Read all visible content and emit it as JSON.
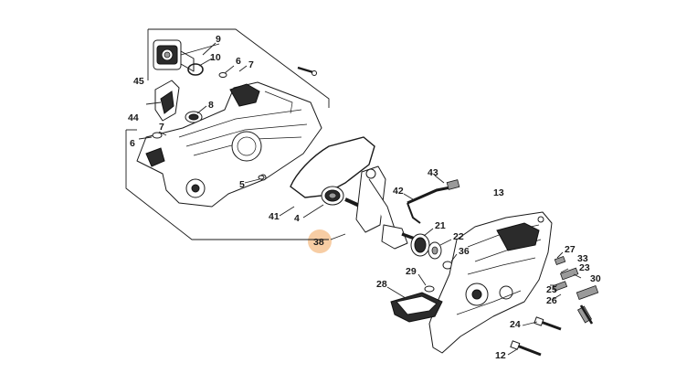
{
  "diagram": {
    "highlight_color": "#f6c89a",
    "ink_color": "#1a1a1a",
    "callouts": [
      {
        "id": "9",
        "label": "9"
      },
      {
        "id": "10",
        "label": "10"
      },
      {
        "id": "6a",
        "label": "6"
      },
      {
        "id": "7a",
        "label": "7"
      },
      {
        "id": "45",
        "label": "45"
      },
      {
        "id": "44",
        "label": "44"
      },
      {
        "id": "8",
        "label": "8"
      },
      {
        "id": "6b",
        "label": "6"
      },
      {
        "id": "7b",
        "label": "7"
      },
      {
        "id": "5",
        "label": "5"
      },
      {
        "id": "41",
        "label": "41"
      },
      {
        "id": "4",
        "label": "4"
      },
      {
        "id": "38",
        "label": "38"
      },
      {
        "id": "43",
        "label": "43"
      },
      {
        "id": "42",
        "label": "42"
      },
      {
        "id": "13",
        "label": "13"
      },
      {
        "id": "21",
        "label": "21"
      },
      {
        "id": "22",
        "label": "22"
      },
      {
        "id": "36",
        "label": "36"
      },
      {
        "id": "29",
        "label": "29"
      },
      {
        "id": "28",
        "label": "28"
      },
      {
        "id": "27",
        "label": "27"
      },
      {
        "id": "33",
        "label": "33"
      },
      {
        "id": "23",
        "label": "23"
      },
      {
        "id": "30",
        "label": "30"
      },
      {
        "id": "25",
        "label": "25"
      },
      {
        "id": "26",
        "label": "26"
      },
      {
        "id": "24",
        "label": "24"
      },
      {
        "id": "12",
        "label": "12"
      }
    ]
  }
}
